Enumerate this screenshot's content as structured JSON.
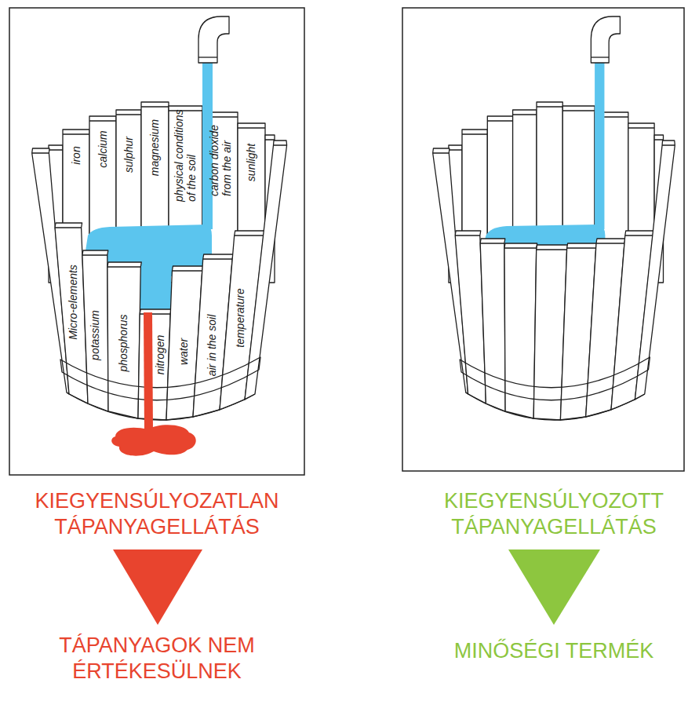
{
  "diagram": {
    "labels": [
      "iron",
      "calcium",
      "sulphur",
      "magnesium",
      "physical conditions of the soil",
      "carbon dioxide from the air",
      "sunlight",
      "Micro-elements",
      "potassium",
      "phosphorus",
      "nitrogen",
      "water",
      "air in the soil",
      "temperature",
      "KIEGYENSÚLYOZATLAN TÁPANYAGELLÁTÁS",
      "TÁPANYAGOK NEM ÉRTÉKESÜLNEK",
      "KIEGYENSÚLYOZOTT TÁPANYAGELLÁTÁS",
      "MINŐSÉGI TERMÉK"
    ]
  }
}
